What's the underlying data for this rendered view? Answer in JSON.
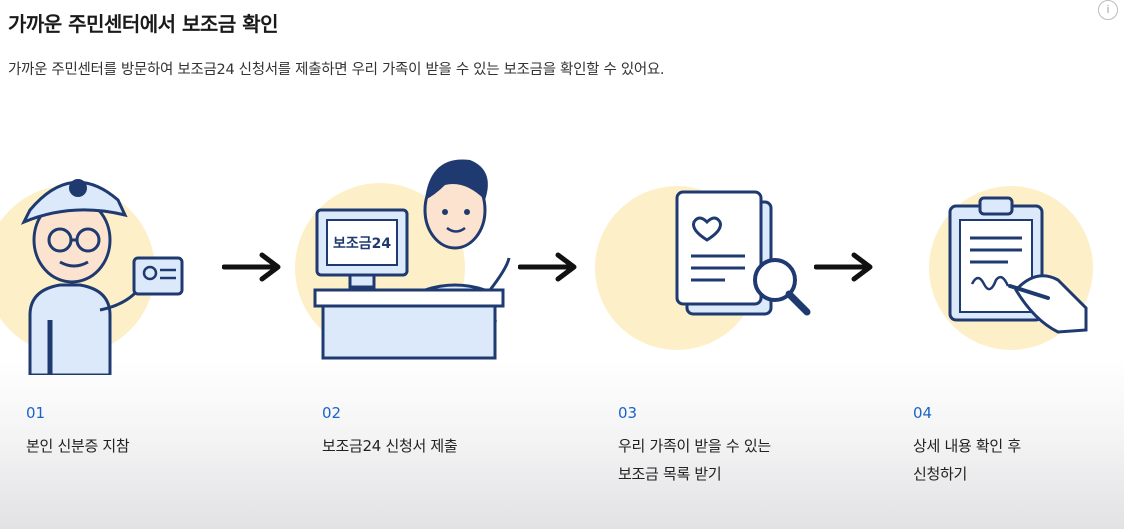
{
  "header": {
    "title": "가까운 주민센터에서 보조금 확인",
    "subtitle": "가까운 주민센터를 방문하여 보조금24 신청서를 제출하면 우리 가족이 받을 수 있는 보조금을 확인할 수 있어요.",
    "info_icon": "i"
  },
  "illustrations": {
    "monitor_label": "보조금24"
  },
  "steps": [
    {
      "number": "01",
      "lines": [
        "본인 신분증 지참"
      ]
    },
    {
      "number": "02",
      "lines": [
        "보조금24 신청서 제출"
      ]
    },
    {
      "number": "03",
      "lines": [
        "우리 가족이 받을 수 있는",
        "보조금 목록 받기"
      ]
    },
    {
      "number": "04",
      "lines": [
        "상세 내용 확인 후",
        "신청하기"
      ]
    }
  ],
  "colors": {
    "accent_blue": "#1a64c8",
    "circle_yellow": "#fdf0c8",
    "outline": "#1f3a70",
    "fill_blue": "#dbe9fa"
  }
}
